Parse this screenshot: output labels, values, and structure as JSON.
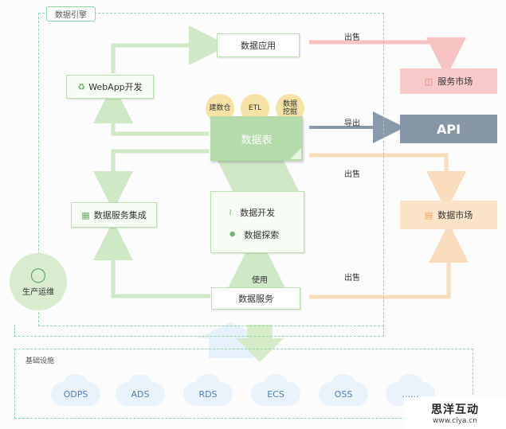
{
  "engine": {
    "title": "数据引擎"
  },
  "nodes": {
    "data_app": "数据应用",
    "webapp": "WebApp开发",
    "build_warehouse": "建数仓",
    "etl": "ETL",
    "data_mining": "数据挖掘",
    "data_table": "数据表",
    "data_service_integration": "数据服务集成",
    "data_dev": "数据开发",
    "data_explore": "数据探索",
    "data_service": "数据服务",
    "ops": "生产运维"
  },
  "targets": {
    "service_market": "服务市场",
    "api": "API",
    "data_market": "数据市场"
  },
  "edges": {
    "sell_1": "出售",
    "export": "导出",
    "sell_2": "出售",
    "sell_3": "出售",
    "use": "使用"
  },
  "infra": {
    "title": "基础设施",
    "items": [
      "ODPS",
      "ADS",
      "RDS",
      "ECS",
      "OSS",
      "......"
    ]
  },
  "watermark": {
    "brand": "思洋互动",
    "url": "www.ciya.cn"
  },
  "colors": {
    "green": "#cfe8c6",
    "pink": "#f6c2c2",
    "peach": "#f9dcbc",
    "slate": "#8a9aab"
  }
}
